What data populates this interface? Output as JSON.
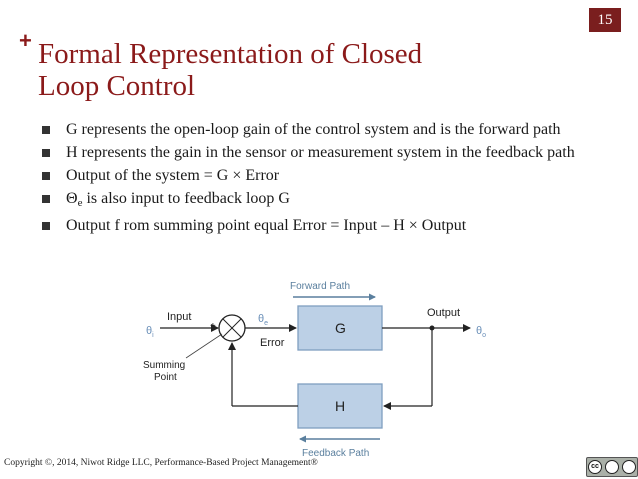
{
  "slide": {
    "number": "15",
    "plus_mark": "+",
    "title": "Formal Representation of Closed Loop Control"
  },
  "bullets": [
    "G represents the open-loop gain of the control system and is the forward path",
    "H represents the gain in the sensor or measurement system in the feedback path",
    "Output of the system = G × Error",
    "is also input to feedback loop G",
    "Output f rom summing point equal Error = Input – H × Output"
  ],
  "bullet_theta": {
    "symbol": "Θ",
    "sub": "e"
  },
  "diagram": {
    "forward_path": "Forward Path",
    "feedback_path": "Feedback Path",
    "input_label": "Input",
    "output_label": "Output",
    "error_label": "Error",
    "summing_point_label_1": "Summing",
    "summing_point_label_2": "Point",
    "theta_i": "θ",
    "theta_i_sub": "i",
    "theta_e": "θ",
    "theta_e_sub": "e",
    "theta_o": "θ",
    "theta_o_sub": "o",
    "plus_sign": "+",
    "minus_sign": "-",
    "block_g": "G",
    "block_h": "H"
  },
  "footer": {
    "copyright": "Copyright ©, 2014, Niwot Ridge LLC, Performance-Based Project Management®",
    "license_badge": "cc"
  },
  "colors": {
    "accent": "#8b1a1a",
    "block_fill": "#bcd0e6",
    "block_stroke": "#7f9fc0",
    "path_label": "#5a7f9e",
    "theta": "#6a8fb8"
  }
}
